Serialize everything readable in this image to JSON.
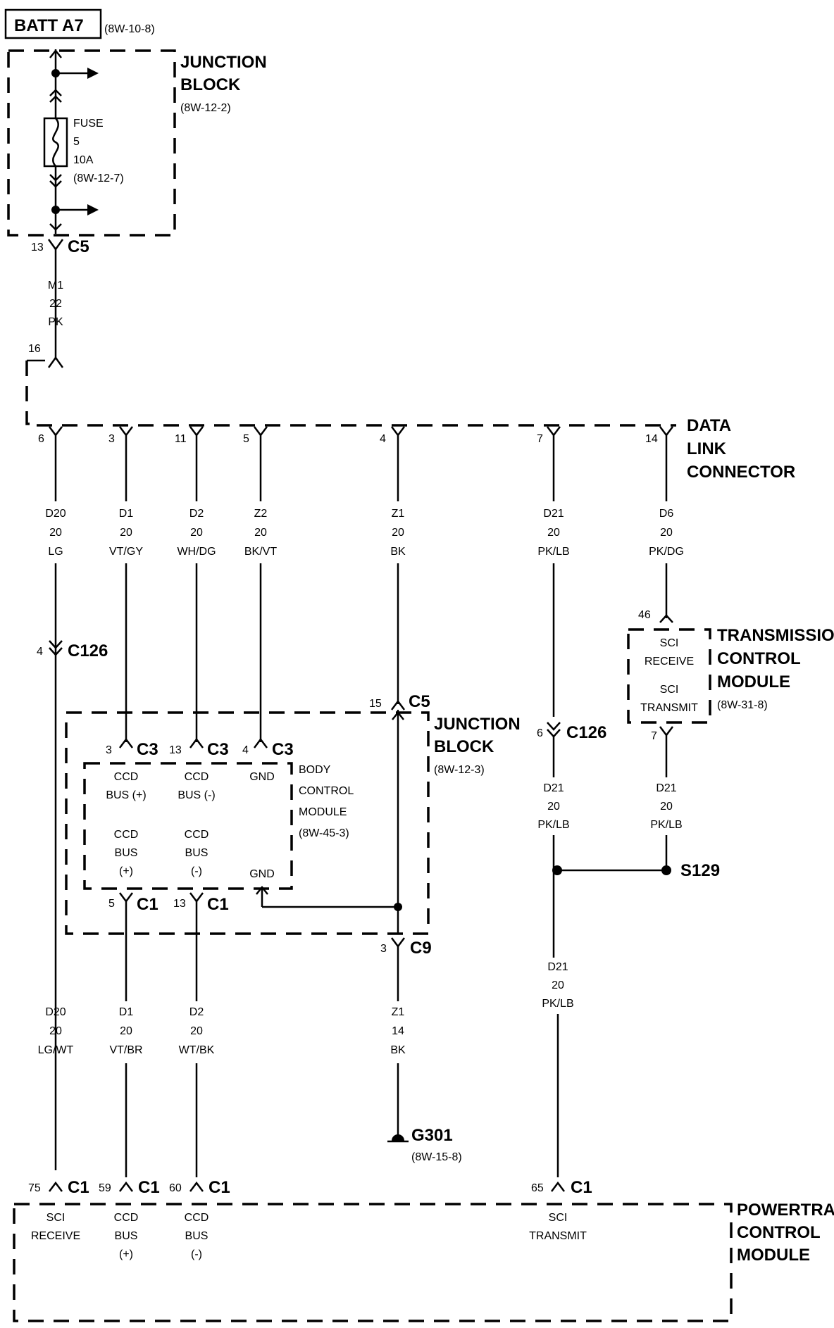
{
  "source": {
    "label": "BATT A7",
    "ref": "(8W-10-8)"
  },
  "junction_block_top": {
    "name": [
      "JUNCTION",
      "BLOCK"
    ],
    "ref": "(8W-12-2)",
    "fuse": [
      "FUSE",
      "5",
      "10A",
      "(8W-12-7)"
    ]
  },
  "top_connector": {
    "pin": "13",
    "name": "C5"
  },
  "top_wire": [
    "M1",
    "22",
    "PK"
  ],
  "dlc_jumper_pin": "16",
  "dlc": {
    "name": [
      "DATA",
      "LINK",
      "CONNECTOR"
    ],
    "pins": [
      {
        "pin": "6",
        "wire": [
          "D20",
          "20",
          "LG"
        ]
      },
      {
        "pin": "3",
        "wire": [
          "D1",
          "20",
          "VT/GY"
        ]
      },
      {
        "pin": "11",
        "wire": [
          "D2",
          "20",
          "WH/DG"
        ]
      },
      {
        "pin": "5",
        "wire": [
          "Z2",
          "20",
          "BK/VT"
        ]
      },
      {
        "pin": "4",
        "wire": [
          "Z1",
          "20",
          "BK"
        ]
      },
      {
        "pin": "7",
        "wire": [
          "D21",
          "20",
          "PK/LB"
        ]
      },
      {
        "pin": "14",
        "wire": [
          "D6",
          "20",
          "PK/DG"
        ]
      }
    ]
  },
  "c126_left": {
    "pin": "4",
    "name": "C126"
  },
  "c126_right": {
    "pin": "6",
    "name": "C126"
  },
  "tcm": {
    "name": [
      "TRANSMISSION",
      "CONTROL",
      "MODULE"
    ],
    "ref": "(8W-31-8)",
    "pin_in": "46",
    "pin_out": "7",
    "receive": [
      "SCI",
      "RECEIVE"
    ],
    "transmit": [
      "SCI",
      "TRANSMIT"
    ],
    "out_wire": [
      "D21",
      "20",
      "PK/LB"
    ]
  },
  "junction_block_mid": {
    "name": [
      "JUNCTION",
      "BLOCK"
    ],
    "ref": "(8W-12-3)",
    "c5": {
      "pin": "15",
      "name": "C5"
    },
    "c3": [
      {
        "pin": "3",
        "name": "C3"
      },
      {
        "pin": "13",
        "name": "C3"
      },
      {
        "pin": "4",
        "name": "C3"
      }
    ],
    "c1": [
      {
        "pin": "5",
        "name": "C1"
      },
      {
        "pin": "13",
        "name": "C1"
      }
    ],
    "c9": {
      "pin": "3",
      "name": "C9"
    }
  },
  "bcm": {
    "name": [
      "BODY",
      "CONTROL",
      "MODULE",
      "(8W-45-3)"
    ],
    "top_labels": [
      [
        "CCD",
        "BUS (+)"
      ],
      [
        "CCD",
        "BUS (-)"
      ],
      [
        "GND"
      ]
    ],
    "bottom_labels": [
      [
        "CCD",
        "BUS",
        "(+)"
      ],
      [
        "CCD",
        "BUS",
        "(-)"
      ],
      [
        "GND"
      ]
    ]
  },
  "right_mid_wire": [
    "D21",
    "20",
    "PK/LB"
  ],
  "splice": "S129",
  "right_low_wire": [
    "D21",
    "20",
    "PK/LB"
  ],
  "lower_wires": [
    [
      "D20",
      "20",
      "LG/WT"
    ],
    [
      "D1",
      "20",
      "VT/BR"
    ],
    [
      "D2",
      "20",
      "WT/BK"
    ],
    [
      "Z1",
      "14",
      "BK"
    ]
  ],
  "ground": {
    "name": "G301",
    "ref": "(8W-15-8)"
  },
  "pcm": {
    "name": [
      "POWERTRAIN",
      "CONTROL",
      "MODULE"
    ],
    "pins": [
      {
        "pin": "75",
        "name": "C1",
        "label": [
          "SCI",
          "RECEIVE"
        ]
      },
      {
        "pin": "59",
        "name": "C1",
        "label": [
          "CCD",
          "BUS",
          "(+)"
        ]
      },
      {
        "pin": "60",
        "name": "C1",
        "label": [
          "CCD",
          "BUS",
          "(-)"
        ]
      },
      {
        "pin": "65",
        "name": "C1",
        "label": [
          "SCI",
          "TRANSMIT"
        ]
      }
    ]
  }
}
